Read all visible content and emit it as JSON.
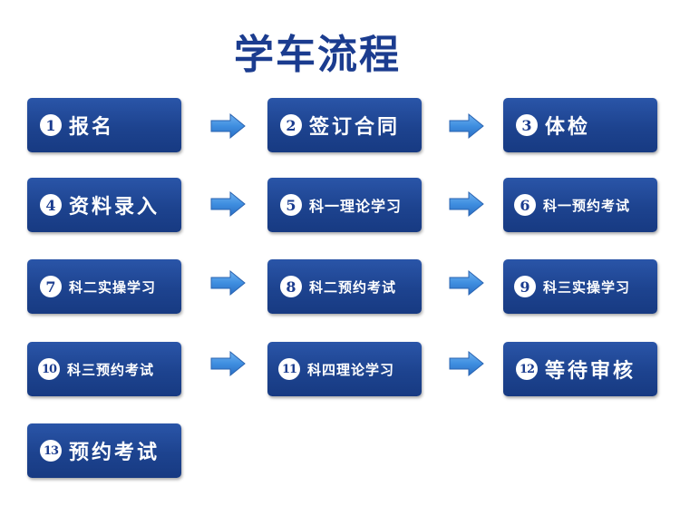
{
  "title": "学车流程",
  "steps": [
    {
      "num": "1",
      "label": "报名"
    },
    {
      "num": "2",
      "label": "签订合同"
    },
    {
      "num": "3",
      "label": "体检"
    },
    {
      "num": "4",
      "label": "资料录入"
    },
    {
      "num": "5",
      "label": "科一理论学习"
    },
    {
      "num": "6",
      "label": "科一预约考试"
    },
    {
      "num": "7",
      "label": "科二实操学习"
    },
    {
      "num": "8",
      "label": "科二预约考试"
    },
    {
      "num": "9",
      "label": "科三实操学习"
    },
    {
      "num": "10",
      "label": "科三预约考试"
    },
    {
      "num": "11",
      "label": "科四理论学习"
    },
    {
      "num": "12",
      "label": "等待审核"
    },
    {
      "num": "13",
      "label": "预约考试"
    }
  ],
  "colors": {
    "title": "#1b3c8f",
    "box": "#1d438f",
    "arrow": "#3f8ee0"
  }
}
